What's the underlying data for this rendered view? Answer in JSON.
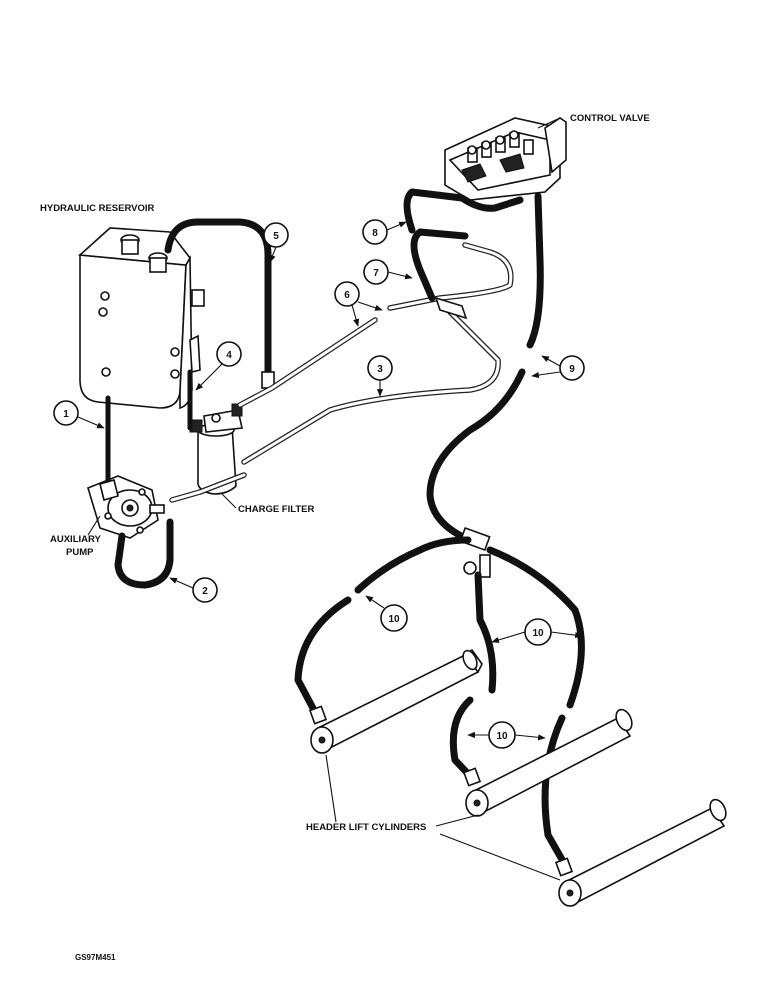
{
  "labels": {
    "control_valve": "CONTROL VALVE",
    "hydraulic_reservoir": "HYDRAULIC RESERVOIR",
    "charge_filter": "CHARGE FILTER",
    "auxiliary_pump_line1": "AUXILIARY",
    "auxiliary_pump_line2": "PUMP",
    "header_lift_cylinders": "HEADER LIFT CYLINDERS",
    "figure_ref": "GS97M451"
  },
  "callouts": {
    "c1": "1",
    "c2": "2",
    "c3": "3",
    "c4": "4",
    "c5": "5",
    "c6": "6",
    "c7": "7",
    "c8": "8",
    "c9": "9",
    "c10a": "10",
    "c10b": "10",
    "c10c": "10"
  }
}
